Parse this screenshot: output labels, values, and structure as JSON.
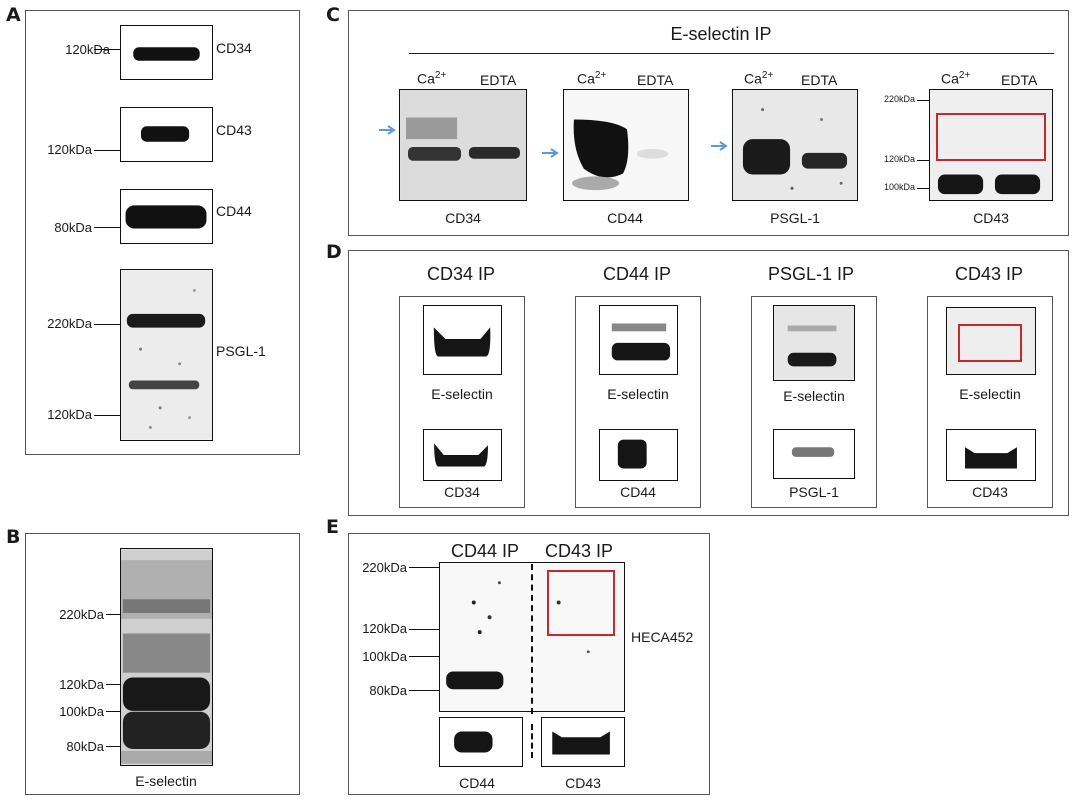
{
  "panels": {
    "a": "A",
    "b": "B",
    "c": "C",
    "d": "D",
    "e": "E"
  },
  "panelA": {
    "blots": [
      {
        "name": "CD34",
        "marker": "120kDa"
      },
      {
        "name": "CD43",
        "marker": "120kDa"
      },
      {
        "name": "CD44",
        "marker": "80kDa"
      },
      {
        "name": "PSGL-1",
        "markers": [
          "220kDa",
          "120kDa"
        ]
      }
    ]
  },
  "panelB": {
    "markers": [
      "220kDa",
      "120kDa",
      "100kDa",
      "80kDa"
    ],
    "caption": "E-selectin"
  },
  "panelC": {
    "title": "E-selectin IP",
    "ca_base": "Ca",
    "ca_sup": "2+",
    "edta": "EDTA",
    "captions": [
      "CD34",
      "CD44",
      "PSGL-1",
      "CD43"
    ],
    "cd43_markers": [
      "220kDa",
      "120kDa",
      "100kDa"
    ],
    "arrow_color": "#5b9bd5"
  },
  "panelD": {
    "titles": [
      "CD34 IP",
      "CD44 IP",
      "PSGL-1 IP",
      "CD43 IP"
    ],
    "top_caption": "E-selectin",
    "bottom_captions": [
      "CD34",
      "CD44",
      "PSGL-1",
      "CD43"
    ]
  },
  "panelE": {
    "col_titles": [
      "CD44 IP",
      "CD43 IP"
    ],
    "markers": [
      "220kDa",
      "120kDa",
      "100kDa",
      "80kDa"
    ],
    "side_label": "HECA452",
    "bottom_captions": [
      "CD44",
      "CD43"
    ]
  },
  "colors": {
    "highlight": "#c8282d",
    "band": "#0d0d0d"
  }
}
